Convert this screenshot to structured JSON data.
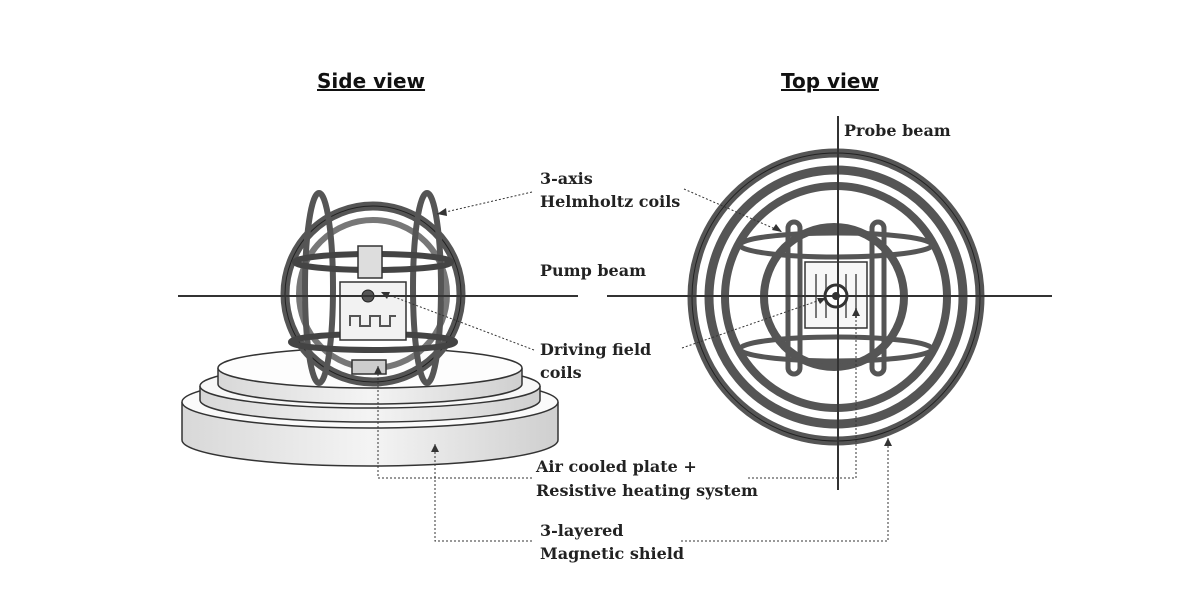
{
  "titles": {
    "side": "Side view",
    "top": "Top view"
  },
  "labels": {
    "helmholtz_1": "3-axis",
    "helmholtz_2": "Helmholtz coils",
    "pump": "Pump beam",
    "probe": "Probe beam",
    "driving_1": "Driving field",
    "driving_2": "coils",
    "air_1": "Air cooled plate +",
    "air_2": "Resistive heating system",
    "shield_1": "3-layered",
    "shield_2": "Magnetic shield"
  }
}
